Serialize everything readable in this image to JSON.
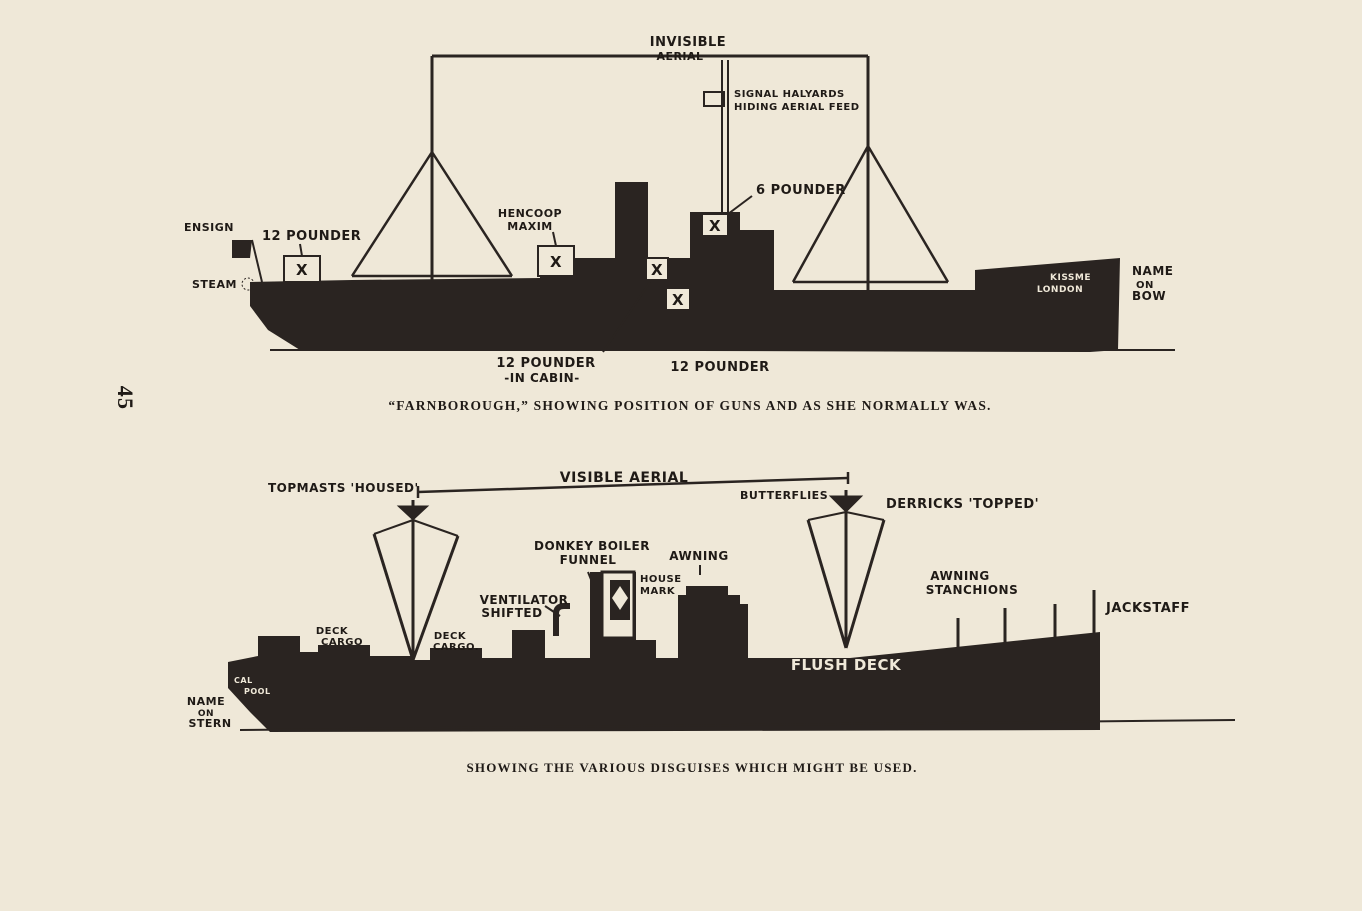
{
  "page_number": "45",
  "colors": {
    "paper": "#efe8d8",
    "ink": "#2a2421"
  },
  "top": {
    "invisible_aerial_1": "INVISIBLE",
    "invisible_aerial_2": "AERIAL",
    "signal_1": "SIGNAL HALYARDS",
    "signal_2": "HIDING AERIAL FEED",
    "six_pounder": "6 POUNDER",
    "hencoop_1": "HENCOOP",
    "hencoop_2": "MAXIM",
    "ensign": "ENSIGN",
    "twelve_pounder_aft": "12 POUNDER",
    "steam": "STEAM",
    "name_on_bow_1": "NAME",
    "name_on_bow_2": "ON",
    "name_on_bow_3": "BOW",
    "hull_name_1": "KISSME",
    "hull_name_2": "LONDON",
    "cabin_gun_1": "12 POUNDER",
    "cabin_gun_2": "-IN CABIN-",
    "twelve_pounder_mid": "12 POUNDER",
    "gun_mark": "X",
    "caption": "“FARNBOROUGH,” SHOWING POSITION OF GUNS AND AS SHE NORMALLY WAS."
  },
  "bottom": {
    "visible_aerial": "VISIBLE AERIAL",
    "topmasts": "TOPMASTS 'HOUSED'",
    "butterflies": "BUTTERFLIES",
    "derricks": "DERRICKS 'TOPPED'",
    "donkey_1": "DONKEY BOILER",
    "donkey_2": "FUNNEL",
    "awning": "AWNING",
    "house_mark_1": "HOUSE",
    "house_mark_2": "MARK",
    "ventilator_1": "VENTILATOR",
    "ventilator_2": "SHIFTED",
    "awning_stanchions_1": "AWNING",
    "awning_stanchions_2": "STANCHIONS",
    "jackstaff": "JACKSTAFF",
    "deck_cargo_aft_1": "DECK",
    "deck_cargo_aft_2": "CARGO",
    "deck_cargo_mid_1": "DECK",
    "deck_cargo_mid_2": "CARGO.",
    "flush_deck": "FLUSH DECK",
    "stern_name_1": "CAL",
    "stern_name_2": "POOL",
    "name_on_stern_1": "NAME",
    "name_on_stern_2": "ON",
    "name_on_stern_3": "STERN",
    "caption": "SHOWING THE VARIOUS DISGUISES WHICH MIGHT BE USED."
  }
}
